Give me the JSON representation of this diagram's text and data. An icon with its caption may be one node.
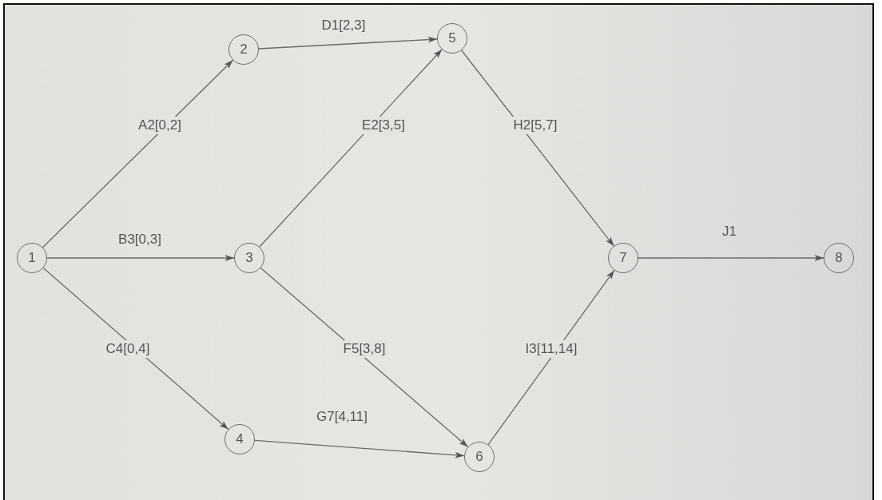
{
  "diagram": {
    "nodes": [
      {
        "text": [
          "1"
        ]
      },
      {
        "text": [
          "2"
        ]
      },
      {
        "text": [
          "3"
        ]
      },
      {
        "text": [
          "4"
        ]
      },
      {
        "text": [
          "5"
        ]
      },
      {
        "text": [
          "6"
        ]
      },
      {
        "text": [
          "7"
        ]
      },
      {
        "text": [
          "8"
        ]
      }
    ],
    "edges": [
      {
        "from": 0,
        "to": 1,
        "arrow": "to",
        "label": "A2[0,2]"
      },
      {
        "from": 0,
        "to": 2,
        "arrow": "to",
        "label": "B3[0,3]"
      },
      {
        "from": 0,
        "to": 3,
        "arrow": "to",
        "label": "C4[0,4]"
      },
      {
        "from": 1,
        "to": 4,
        "arrow": "to",
        "label": "D1[2,3]"
      },
      {
        "from": 2,
        "to": 4,
        "arrow": "to",
        "label": "E2[3,5]"
      },
      {
        "from": 2,
        "to": 5,
        "arrow": "to",
        "label": "F5[3,8]"
      },
      {
        "from": 3,
        "to": 5,
        "arrow": "to",
        "label": "G7[4,11]"
      },
      {
        "from": 4,
        "to": 6,
        "arrow": "to",
        "label": "H2[5,7]"
      },
      {
        "from": 5,
        "to": 6,
        "arrow": "to",
        "label": "I3[11,14]"
      },
      {
        "from": 6,
        "to": 7,
        "arrow": "to",
        "label": "J1"
      }
    ]
  }
}
